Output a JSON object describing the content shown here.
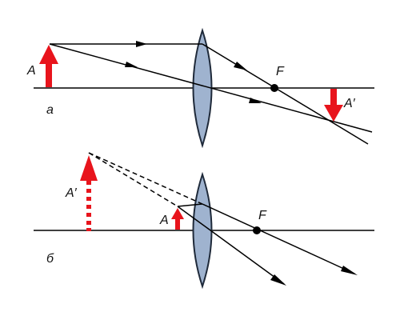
{
  "colors": {
    "ray": "#000000",
    "arrow_red": "#e8141c",
    "lens_fill": "#9fb3cf",
    "lens_stroke": "#1f2a3a",
    "focus_dot": "#000000"
  },
  "panel_a": {
    "label": "а",
    "object_label": "A",
    "image_label": "A′",
    "focus_label": "F"
  },
  "panel_b": {
    "label": "б",
    "object_label": "A",
    "image_label": "A′",
    "focus_label": "F"
  }
}
